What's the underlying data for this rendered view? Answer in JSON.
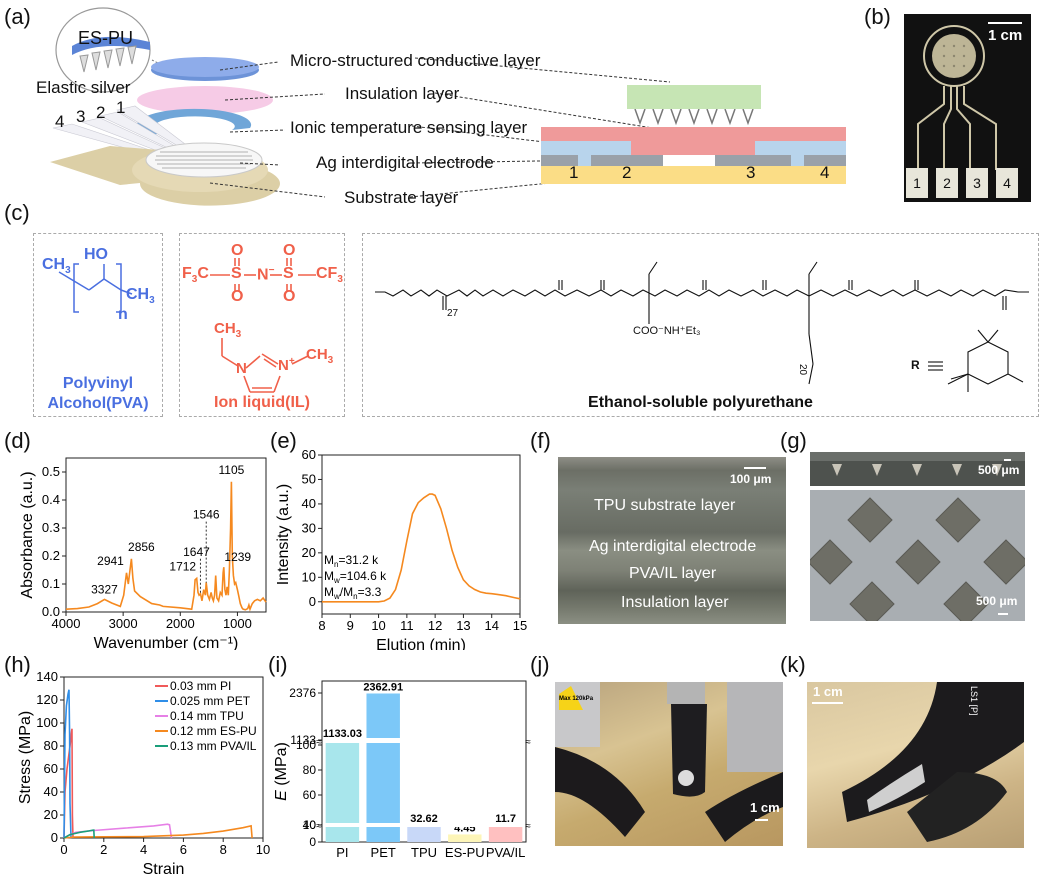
{
  "panel_labels": {
    "a": "(a)",
    "b": "(b)",
    "c": "(c)",
    "d": "(d)",
    "e": "(e)",
    "f": "(f)",
    "g": "(g)",
    "h": "(h)",
    "i": "(i)",
    "j": "(j)",
    "k": "(k)"
  },
  "panel_a": {
    "inset_top": "ES-PU",
    "inset_bottom": "Elastic silver",
    "electrode_numbers": [
      "4",
      "3",
      "2",
      "1"
    ],
    "layers": [
      "Micro-structured conductive layer",
      "Insulation layer",
      "Ionic temperature sensing layer",
      "Ag interdigital electrode",
      "Substrate layer"
    ],
    "cross_section_numbers": [
      "1",
      "2",
      "3",
      "4"
    ],
    "colors": {
      "conductive": "#c6e5b4",
      "insulation": "#ef9a9a",
      "sensing": "#b8d4ec",
      "electrode": "#9aa1a9",
      "substrate": "#fbdd86"
    }
  },
  "panel_b": {
    "scale_bar": "1 cm",
    "pads": [
      "1",
      "2",
      "3",
      "4"
    ]
  },
  "panel_c": {
    "pva": {
      "label_line1": "Polyvinyl",
      "label_line2": "Alcohol(PVA)",
      "ch3_left": "CH",
      "ch3_right": "CH",
      "sub3": "3",
      "ho": "HO",
      "n": "n",
      "color": "#4a6fe0"
    },
    "il": {
      "label": "Ion liquid(IL)",
      "f3c": "F",
      "cf3": "CF",
      "sub3": "3",
      "s": "S",
      "n_minus": "N",
      "o": "O",
      "ch3": "CH",
      "n": "N",
      "n_plus": "N",
      "plus": "+",
      "minus": "−",
      "color": "#f0604a"
    },
    "pu": {
      "label": "Ethanol-soluble polyurethane",
      "repeat_27": "27",
      "repeat_20": "20",
      "salt": "COO⁻NH⁺Et₃",
      "r_def": "R"
    }
  },
  "chart_data": [
    {
      "id": "d",
      "type": "line",
      "title": "",
      "xlabel": "Wavenumber (cm⁻¹)",
      "ylabel": "Absorbance (a.u.)",
      "xlim": [
        4000,
        500
      ],
      "ylim": [
        0,
        0.55
      ],
      "xticks": [
        4000,
        3000,
        2000,
        1000
      ],
      "yticks": [
        0.0,
        0.1,
        0.2,
        0.3,
        0.4,
        0.5
      ],
      "ytick_labels": [
        "0.0",
        "0.1",
        "0.2",
        "0.3",
        "0.4",
        "0.5"
      ],
      "color": "#f5891f",
      "x": [
        4000,
        3800,
        3600,
        3450,
        3327,
        3200,
        3050,
        2990,
        2941,
        2910,
        2880,
        2856,
        2830,
        2800,
        2700,
        2500,
        2360,
        2300,
        2000,
        1800,
        1760,
        1740,
        1712,
        1690,
        1670,
        1647,
        1620,
        1590,
        1560,
        1546,
        1520,
        1490,
        1460,
        1440,
        1420,
        1400,
        1380,
        1360,
        1330,
        1300,
        1270,
        1250,
        1239,
        1220,
        1200,
        1180,
        1160,
        1140,
        1120,
        1105,
        1090,
        1070,
        1050,
        1030,
        1000,
        980,
        950,
        920,
        900,
        860,
        820,
        800,
        780,
        760,
        740,
        700,
        650,
        600,
        550,
        500
      ],
      "y": [
        0.01,
        0.012,
        0.018,
        0.03,
        0.045,
        0.032,
        0.02,
        0.06,
        0.14,
        0.1,
        0.15,
        0.19,
        0.12,
        0.075,
        0.055,
        0.03,
        0.025,
        0.02,
        0.015,
        0.01,
        0.06,
        0.115,
        0.12,
        0.07,
        0.06,
        0.065,
        0.04,
        0.08,
        0.06,
        0.105,
        0.06,
        0.045,
        0.07,
        0.05,
        0.04,
        0.06,
        0.13,
        0.05,
        0.04,
        0.07,
        0.06,
        0.14,
        0.16,
        0.08,
        0.06,
        0.09,
        0.06,
        0.15,
        0.3,
        0.465,
        0.2,
        0.13,
        0.1,
        0.105,
        0.08,
        0.06,
        0.03,
        0.015,
        0.01,
        0.008,
        0.012,
        0.025,
        0.01,
        0.02,
        0.03,
        0.04,
        0.045,
        0.04,
        0.05,
        0.035
      ],
      "annotations": [
        {
          "text": "3327",
          "x": 3327,
          "y": 0.045
        },
        {
          "text": "2941",
          "x": 2941,
          "y": 0.14
        },
        {
          "text": "2856",
          "x": 2856,
          "y": 0.19
        },
        {
          "text": "1712",
          "x": 1712,
          "y": 0.12
        },
        {
          "text": "1647",
          "x": 1647,
          "y": 0.065
        },
        {
          "text": "1546",
          "x": 1546,
          "y": 0.105
        },
        {
          "text": "1239",
          "x": 1239,
          "y": 0.16
        },
        {
          "text": "1105",
          "x": 1105,
          "y": 0.465
        }
      ]
    },
    {
      "id": "e",
      "type": "line",
      "title": "",
      "xlabel": "Elution (min)",
      "ylabel": "Intensity (a.u.)",
      "xlim": [
        8,
        15
      ],
      "ylim": [
        -5,
        60
      ],
      "xticks": [
        8,
        9,
        10,
        11,
        12,
        13,
        14,
        15
      ],
      "yticks": [
        0,
        10,
        20,
        30,
        40,
        50,
        60
      ],
      "color": "#f5891f",
      "x": [
        8,
        9,
        10,
        10.2,
        10.4,
        10.6,
        10.8,
        11.0,
        11.2,
        11.4,
        11.6,
        11.8,
        11.9,
        12.0,
        12.2,
        12.4,
        12.6,
        12.8,
        13.0,
        13.2,
        13.4,
        13.6,
        13.8,
        14.0,
        14.2,
        14.5,
        14.8,
        15
      ],
      "y": [
        0,
        0,
        0,
        0.3,
        1.5,
        5,
        13,
        25,
        36,
        40.5,
        42.5,
        44,
        44,
        43.5,
        38,
        30,
        21,
        14,
        9,
        6.5,
        5,
        4,
        3.5,
        3.3,
        3,
        2.5,
        1.7,
        1.2
      ],
      "annotations": [
        {
          "text": "Mn=31.2 k"
        },
        {
          "text": "Mw=104.6 k"
        },
        {
          "text": "Mw/Mn=3.3"
        }
      ],
      "annotation_parts": {
        "Mn": "M",
        "n_sub": "n",
        "w_sub": "w",
        "mn_val": "=31.2 k",
        "mw_val": "=104.6 k",
        "ratio_val": "=3.3"
      }
    },
    {
      "id": "h",
      "type": "line",
      "title": "",
      "xlabel": "Strain",
      "ylabel": "Stress (MPa)",
      "xlim": [
        0,
        10
      ],
      "ylim": [
        0,
        140
      ],
      "xticks": [
        0,
        2,
        4,
        6,
        8,
        10
      ],
      "yticks": [
        0,
        20,
        40,
        60,
        80,
        100,
        120,
        140
      ],
      "legend_position": "top-right",
      "series": [
        {
          "name": "0.03 mm PI",
          "color": "#f05a5a",
          "x": [
            0,
            0.05,
            0.15,
            0.3,
            0.38,
            0.4,
            0.42,
            0.45
          ],
          "y": [
            0,
            40,
            60,
            80,
            93,
            95,
            20,
            0
          ]
        },
        {
          "name": "0.025 mm PET",
          "color": "#2f8ee8",
          "x": [
            0,
            0.05,
            0.12,
            0.2,
            0.25,
            0.28,
            0.3,
            0.35
          ],
          "y": [
            0,
            90,
            115,
            125,
            129,
            90,
            30,
            0
          ]
        },
        {
          "name": "0.14 mm TPU",
          "color": "#e680e6",
          "x": [
            0,
            0.3,
            0.6,
            1.5,
            3,
            4.5,
            5.2,
            5.3,
            5.4
          ],
          "y": [
            0,
            3,
            5,
            6.5,
            8.5,
            10.5,
            12,
            11.5,
            0
          ]
        },
        {
          "name": "0.12 mm ES-PU",
          "color": "#f5891f",
          "x": [
            0,
            0.5,
            2,
            4,
            6,
            7,
            8,
            9,
            9.4,
            9.45
          ],
          "y": [
            0,
            0.8,
            1,
            1.2,
            2.5,
            4,
            6,
            9,
            10.5,
            0
          ]
        },
        {
          "name": "0.13 mm PVA/IL",
          "color": "#1a9e7a",
          "x": [
            0,
            0.3,
            0.8,
            1.2,
            1.45,
            1.5,
            1.52
          ],
          "y": [
            0,
            3,
            5,
            6,
            6.8,
            6.9,
            0
          ]
        }
      ]
    },
    {
      "id": "i",
      "type": "bar",
      "title": "",
      "xlabel": "",
      "ylabel": "E (MPa)",
      "ylabel_italic": "E",
      "ylabel_unit": " (MPa)",
      "axis_breaks": [
        [
          10,
          40
        ],
        [
          100,
          1133
        ]
      ],
      "yticks": [
        0,
        10,
        40,
        60,
        80,
        100,
        1133,
        2376
      ],
      "categories": [
        "PI",
        "PET",
        "TPU",
        "ES-PU",
        "PVA/IL"
      ],
      "values": [
        1133.03,
        2362.91,
        32.62,
        4.45,
        11.7
      ],
      "value_labels": [
        "1133.03",
        "2362.91",
        "32.62",
        "4.45",
        "11.7"
      ],
      "colors": [
        "#a8e6ec",
        "#7cc8f8",
        "#c8d8f8",
        "#fdf5b8",
        "#ffc0c0"
      ]
    }
  ],
  "panel_f": {
    "scale_bar": "100 μm",
    "labels": [
      "TPU substrate layer",
      "Ag interdigital electrode",
      "PVA/IL layer",
      "Insulation layer"
    ]
  },
  "panel_g": {
    "scale_bar_top": "500 μm",
    "scale_bar_bottom": "500 μm"
  },
  "panel_j": {
    "scale_bar": "1 cm",
    "warning": "Max 120kPa"
  },
  "panel_k": {
    "scale_bar": "1 cm",
    "gripper_text": "LS1 [P]"
  }
}
